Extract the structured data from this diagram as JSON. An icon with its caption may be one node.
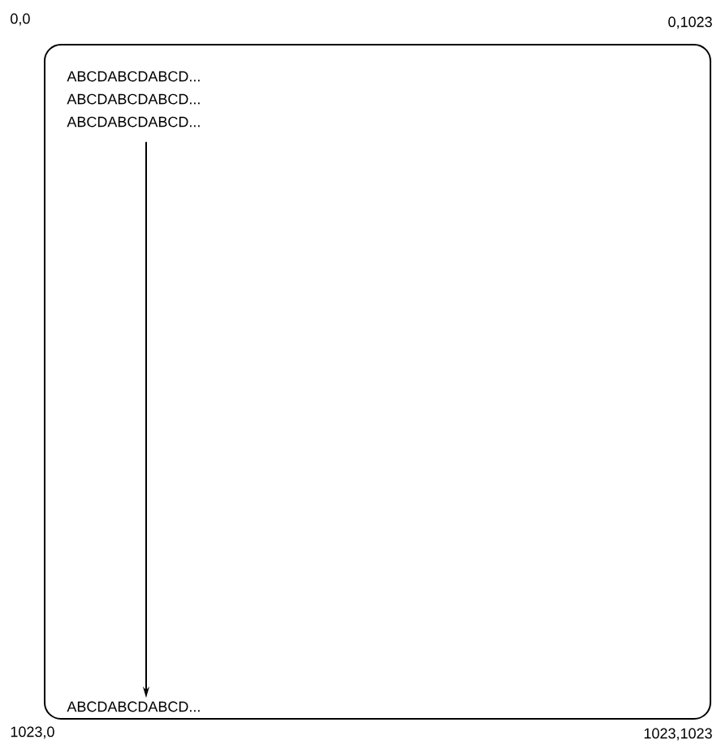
{
  "diagram": {
    "nodes": [
      {
        "text": [],
        "shape": "box"
      },
      {
        "text": [
          "ABCDABCDABCD..."
        ],
        "in": 0
      },
      {
        "text": [
          "ABCDABCDABCD..."
        ],
        "in": 0
      },
      {
        "text": [
          "ABCDABCDABCD..."
        ],
        "in": 0
      },
      {
        "text": [
          "ABCDABCDABCD..."
        ],
        "in": 0
      }
    ],
    "edges": [
      {
        "from": 3,
        "to": 4,
        "arrow": "to"
      }
    ],
    "labels": [
      "0,0",
      "0,1023",
      "1023,0",
      "1023,1023"
    ]
  }
}
